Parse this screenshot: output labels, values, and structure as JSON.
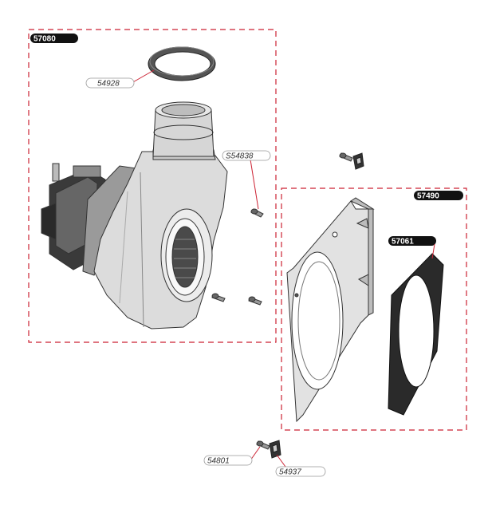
{
  "colors": {
    "dash_border": "#cc2233",
    "badge_bg": "#111111",
    "badge_text": "#ffffff",
    "label_text": "#333333",
    "part_fill": "#dcdcdc",
    "part_stroke": "#444444",
    "gasket_fill": "#222222"
  },
  "groups": {
    "blower_assembly": {
      "badge": "57080"
    },
    "mounting_plate_assembly": {
      "badge": "57490"
    },
    "plate_gasket": {
      "badge": "57061"
    }
  },
  "callouts": {
    "outlet_gasket": "54928",
    "blower_screw": "S54838",
    "bottom_screw": "54801",
    "bottom_clip": "54937"
  },
  "icons": [
    "gasket-ring-icon",
    "blower-motor-icon",
    "screw-icon",
    "clip-icon",
    "mounting-plate-icon",
    "square-gasket-icon"
  ]
}
